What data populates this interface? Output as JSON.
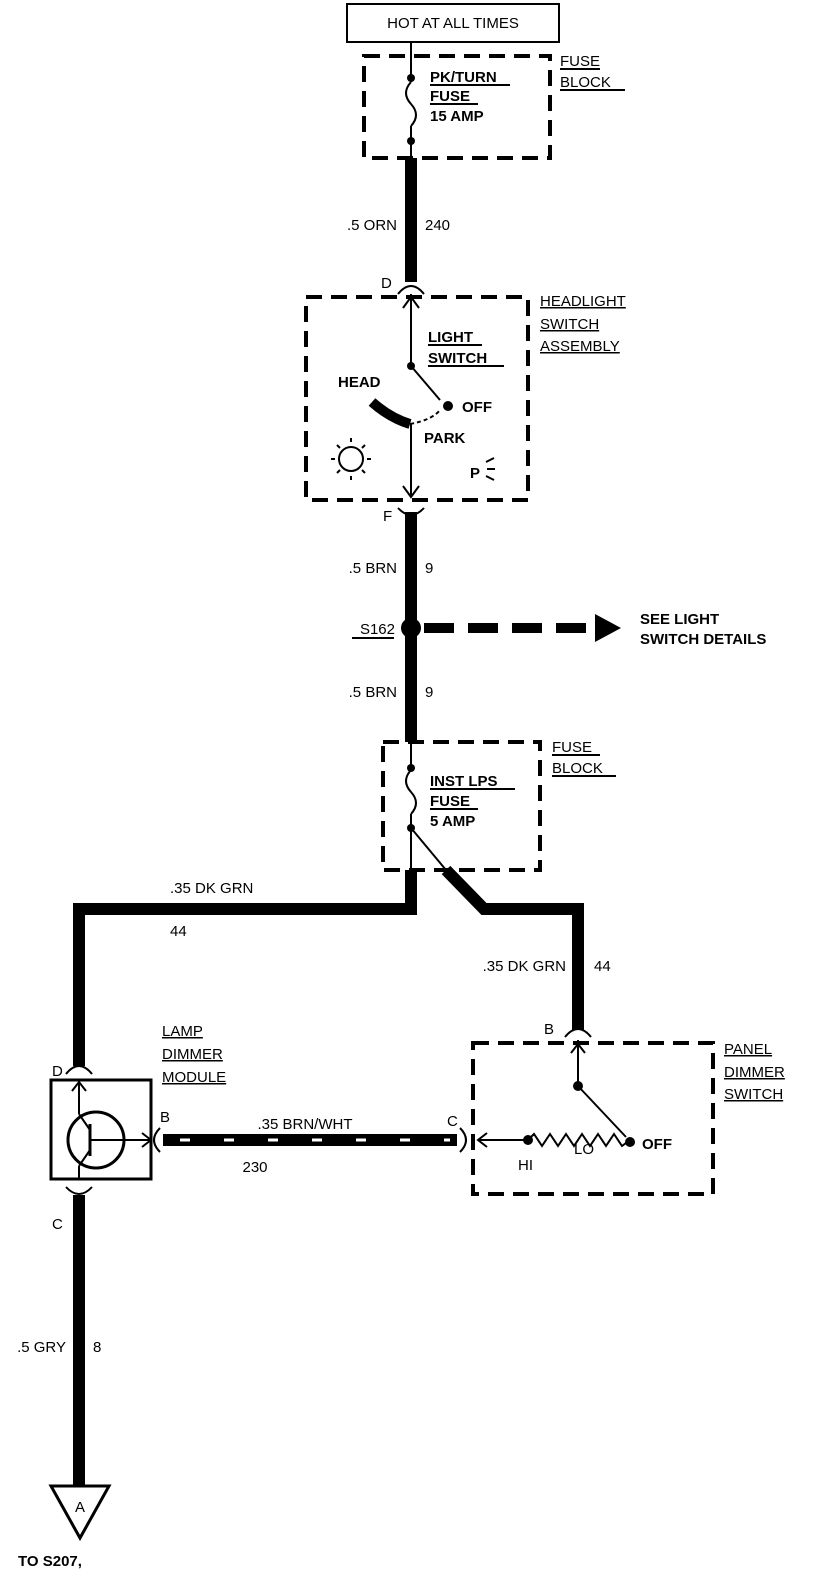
{
  "power": {
    "label": "HOT AT ALL TIMES"
  },
  "fuse_block_top": {
    "label_line1": "FUSE",
    "label_line2": "BLOCK",
    "fuse_line1": "PK/TURN",
    "fuse_line2": "FUSE",
    "fuse_line3": "15 AMP"
  },
  "wire_240": {
    "gauge_color": ".5 ORN",
    "circuit": "240"
  },
  "headlight_switch": {
    "connector_in": "D",
    "connector_out": "F",
    "label_line1": "HEADLIGHT",
    "label_line2": "SWITCH",
    "label_line3": "ASSEMBLY",
    "inner_line1": "LIGHT",
    "inner_line2": "SWITCH",
    "pos_head": "HEAD",
    "pos_off": "OFF",
    "pos_park": "PARK",
    "park_symbol": "P"
  },
  "wire_9_upper": {
    "gauge_color": ".5 BRN",
    "circuit": "9"
  },
  "splice": {
    "label": "S162",
    "see_line1": "SEE LIGHT",
    "see_line2": "SWITCH DETAILS"
  },
  "wire_9_lower": {
    "gauge_color": ".5 BRN",
    "circuit": "9"
  },
  "fuse_block_mid": {
    "label_line1": "FUSE",
    "label_line2": "BLOCK",
    "fuse_line1": "INST LPS",
    "fuse_line2": "FUSE",
    "fuse_line3": "5 AMP"
  },
  "wire_44_left": {
    "gauge_color": ".35 DK GRN",
    "circuit": "44"
  },
  "wire_44_right": {
    "gauge_color": ".35 DK GRN",
    "circuit": "44"
  },
  "lamp_dimmer": {
    "label_line1": "LAMP",
    "label_line2": "DIMMER",
    "label_line3": "MODULE",
    "connector_top": "D",
    "connector_side": "B",
    "connector_bottom": "C"
  },
  "wire_230": {
    "gauge_color": ".35 BRN/WHT",
    "circuit": "230"
  },
  "panel_dimmer": {
    "label_line1": "PANEL",
    "label_line2": "DIMMER",
    "label_line3": "SWITCH",
    "connector_top": "B",
    "connector_side": "C",
    "pos_off": "OFF",
    "pos_hi": "HI",
    "pos_lo": "LO"
  },
  "wire_8": {
    "gauge_color": ".5 GRY",
    "circuit": "8"
  },
  "ground_ref": {
    "symbol": "A",
    "label": "TO S207,"
  }
}
